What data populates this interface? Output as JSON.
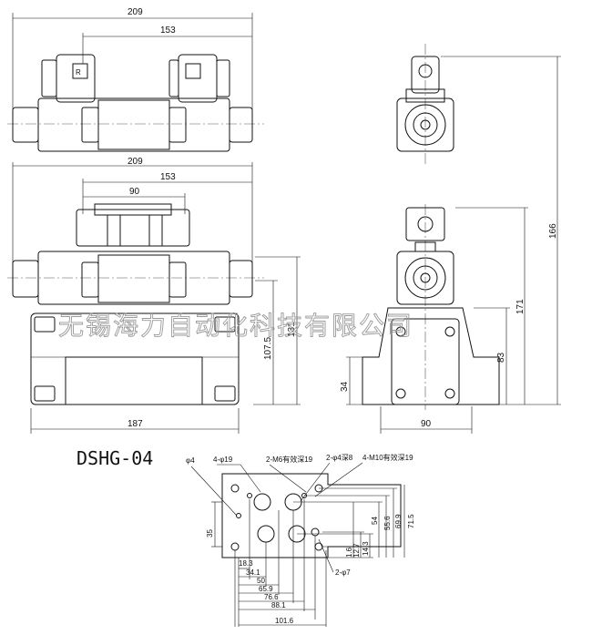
{
  "model": "DSHG-04",
  "watermark": "无锡海力自动化科技有限公司",
  "top_view": {
    "dim_overall": "209",
    "dim_coils": "153"
  },
  "front_view": {
    "dim_overall": "209",
    "dim_coils": "153",
    "dim_inner": "90",
    "dim_base_width": "187",
    "dim_height_a": "107.5",
    "dim_height_b": "131"
  },
  "side_view": {
    "dim_total": "166",
    "dim_171": "171",
    "dim_83": "83",
    "dim_34": "34",
    "dim_width": "90"
  },
  "mounting": {
    "callouts": {
      "c1": "φ4",
      "c2": "4-φ19",
      "c3": "2-M6有效深19",
      "c4": "2-φ4深8",
      "c5": "4-M10有效深19",
      "c6": "2-φ7"
    },
    "dim_35": "35",
    "x_dims": [
      "18.3",
      "34.1",
      "50",
      "65.9",
      "76.6",
      "88.1",
      "101.6"
    ],
    "y_dims": [
      "1.6",
      "12.7",
      "14.3",
      "54",
      "55.6",
      "69.9",
      "71.5"
    ]
  }
}
